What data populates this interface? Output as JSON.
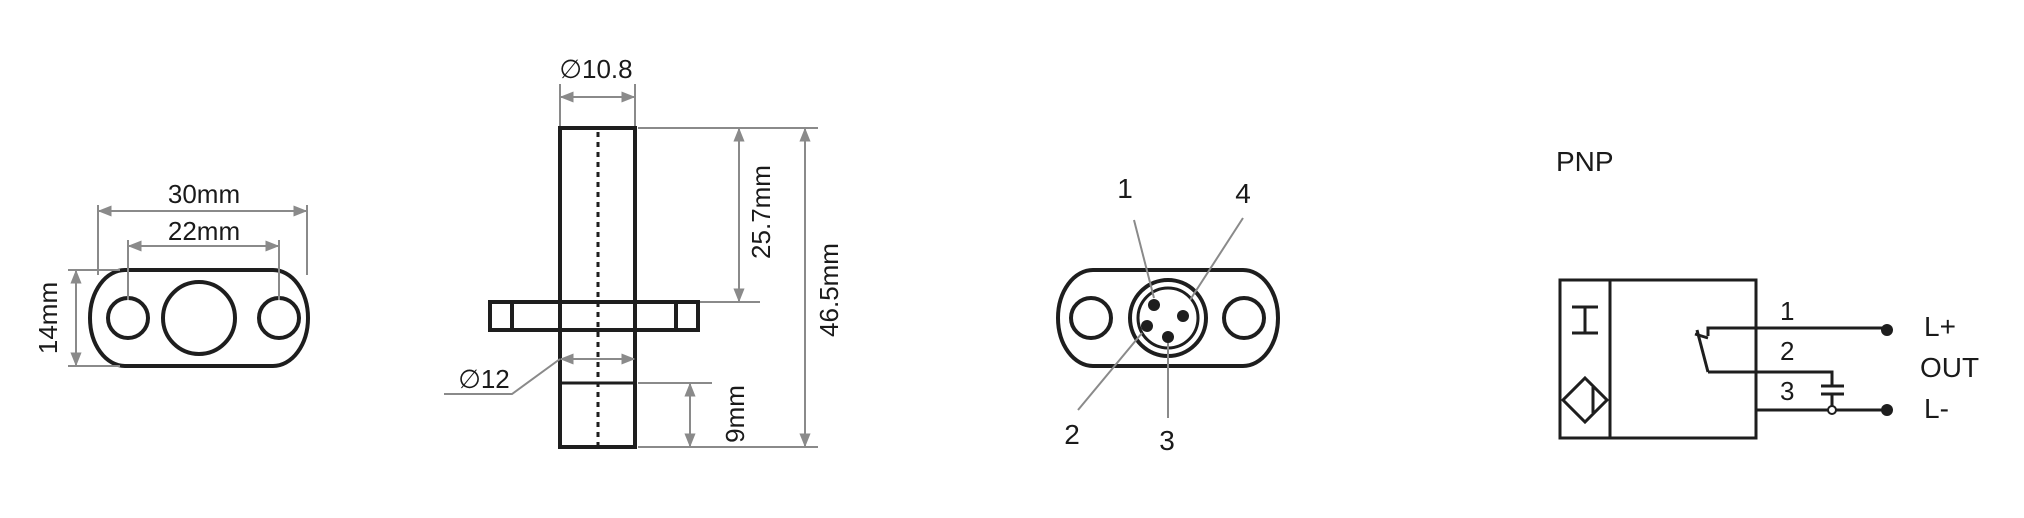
{
  "colors": {
    "outline": "#1e1e1e",
    "dimension_line": "#8a8a8a",
    "text": "#1a1a1a",
    "background": "#ffffff"
  },
  "flange_view": {
    "overall_width": "30mm",
    "hole_spacing": "22mm",
    "height": "14mm"
  },
  "side_view": {
    "sensor_diameter": "∅10.8",
    "flange_diameter": "∅12",
    "upper_length": "25.7mm",
    "total_length": "46.5mm",
    "lower_length": "9mm"
  },
  "connector_view": {
    "pins": [
      "1",
      "2",
      "3",
      "4"
    ]
  },
  "wiring": {
    "output_type": "PNP",
    "wire_numbers": [
      "1",
      "2",
      "3"
    ],
    "terminals": [
      "L+",
      "OUT",
      "L-"
    ]
  }
}
